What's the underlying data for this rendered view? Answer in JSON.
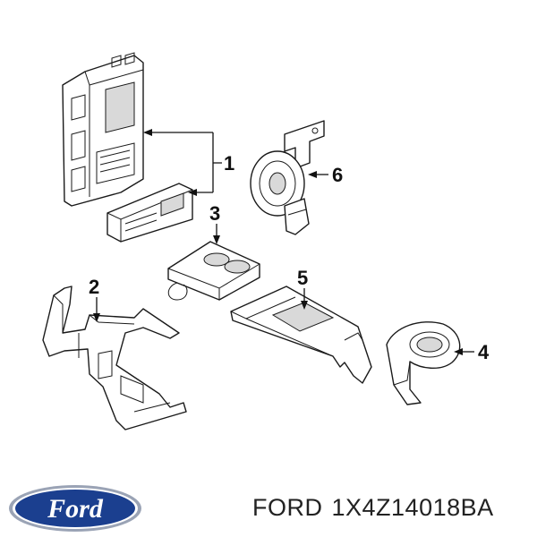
{
  "callouts": [
    {
      "id": "1",
      "label": "1"
    },
    {
      "id": "2",
      "label": "2"
    },
    {
      "id": "3",
      "label": "3"
    },
    {
      "id": "4",
      "label": "4"
    },
    {
      "id": "5",
      "label": "5"
    },
    {
      "id": "6",
      "label": "6"
    }
  ],
  "logo": {
    "text": "Ford",
    "colors": {
      "oval": "#1b3f8f",
      "ring": "#9aa3b5",
      "text": "#ffffff"
    }
  },
  "caption": {
    "brand": "FORD",
    "part_number": "1X4Z14018BA"
  }
}
